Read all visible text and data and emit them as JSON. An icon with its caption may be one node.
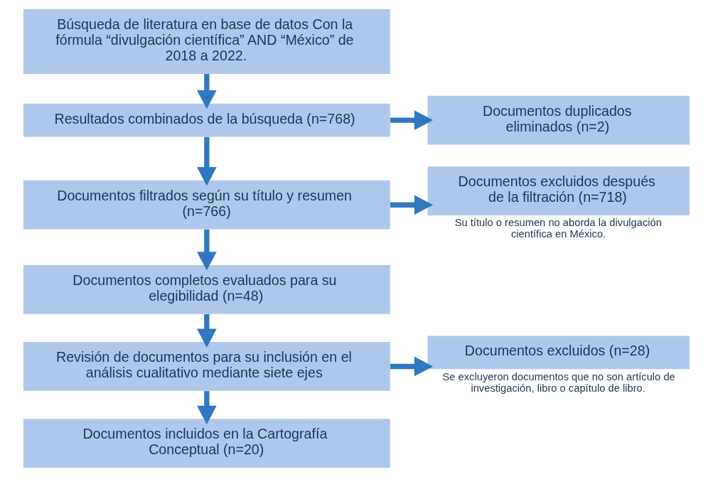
{
  "diagram": {
    "nodes": [
      {
        "text": [
          "Búsqueda de literatura en base de datos Con la fórmula “divulgación científica” AND “México” de 2018 a 2022."
        ]
      },
      {
        "text": [
          "Resultados combinados de la búsqueda (n=768)"
        ]
      },
      {
        "text": [
          "Documentos duplicados eliminados (n=2)"
        ]
      },
      {
        "text": [
          "Documentos filtrados según su título y resumen (n=766)"
        ]
      },
      {
        "text": [
          "Documentos excluidos después de la filtración (n=718)"
        ],
        "beside": [
          "Su título o resumen no aborda la divulgación científica en México."
        ]
      },
      {
        "text": [
          "Documentos completos evaluados para su elegibilidad (n=48)"
        ]
      },
      {
        "text": [
          "Revisión de documentos para su inclusión en el análisis cualitativo mediante siete ejes"
        ]
      },
      {
        "text": [
          "Documentos excluidos (n=28)"
        ],
        "beside": [
          "Se excluyeron documentos que no son artículo de investigación, libro o capítulo de libro."
        ]
      },
      {
        "text": [
          "Documentos incluidos en la Cartografía Conceptual (n=20)"
        ]
      }
    ],
    "edges": [
      {
        "from": 0,
        "to": 1,
        "arrow": "to"
      },
      {
        "from": 1,
        "to": 2,
        "arrow": "to"
      },
      {
        "from": 1,
        "to": 3,
        "arrow": "to"
      },
      {
        "from": 3,
        "to": 4,
        "arrow": "to"
      },
      {
        "from": 3,
        "to": 5,
        "arrow": "to"
      },
      {
        "from": 5,
        "to": 6,
        "arrow": "to"
      },
      {
        "from": 6,
        "to": 7,
        "arrow": "to"
      },
      {
        "from": 6,
        "to": 8,
        "arrow": "to"
      }
    ]
  }
}
